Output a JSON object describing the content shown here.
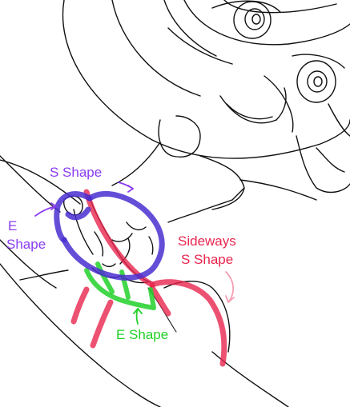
{
  "labels": {
    "s_shape": "S Shape",
    "e_shape_top": "E",
    "e_shape_bottom": "Shape",
    "sideways_top": "Sideways",
    "sideways_bottom": "S Shape",
    "e_shape_green": "E Shape"
  },
  "colors": {
    "purple": "#8a3cf0",
    "purple_outline": "#4a2fd0",
    "red": "#e8254e",
    "green": "#22d02a",
    "pink_arrow": "#f3a0b4",
    "ink": "#111111"
  }
}
